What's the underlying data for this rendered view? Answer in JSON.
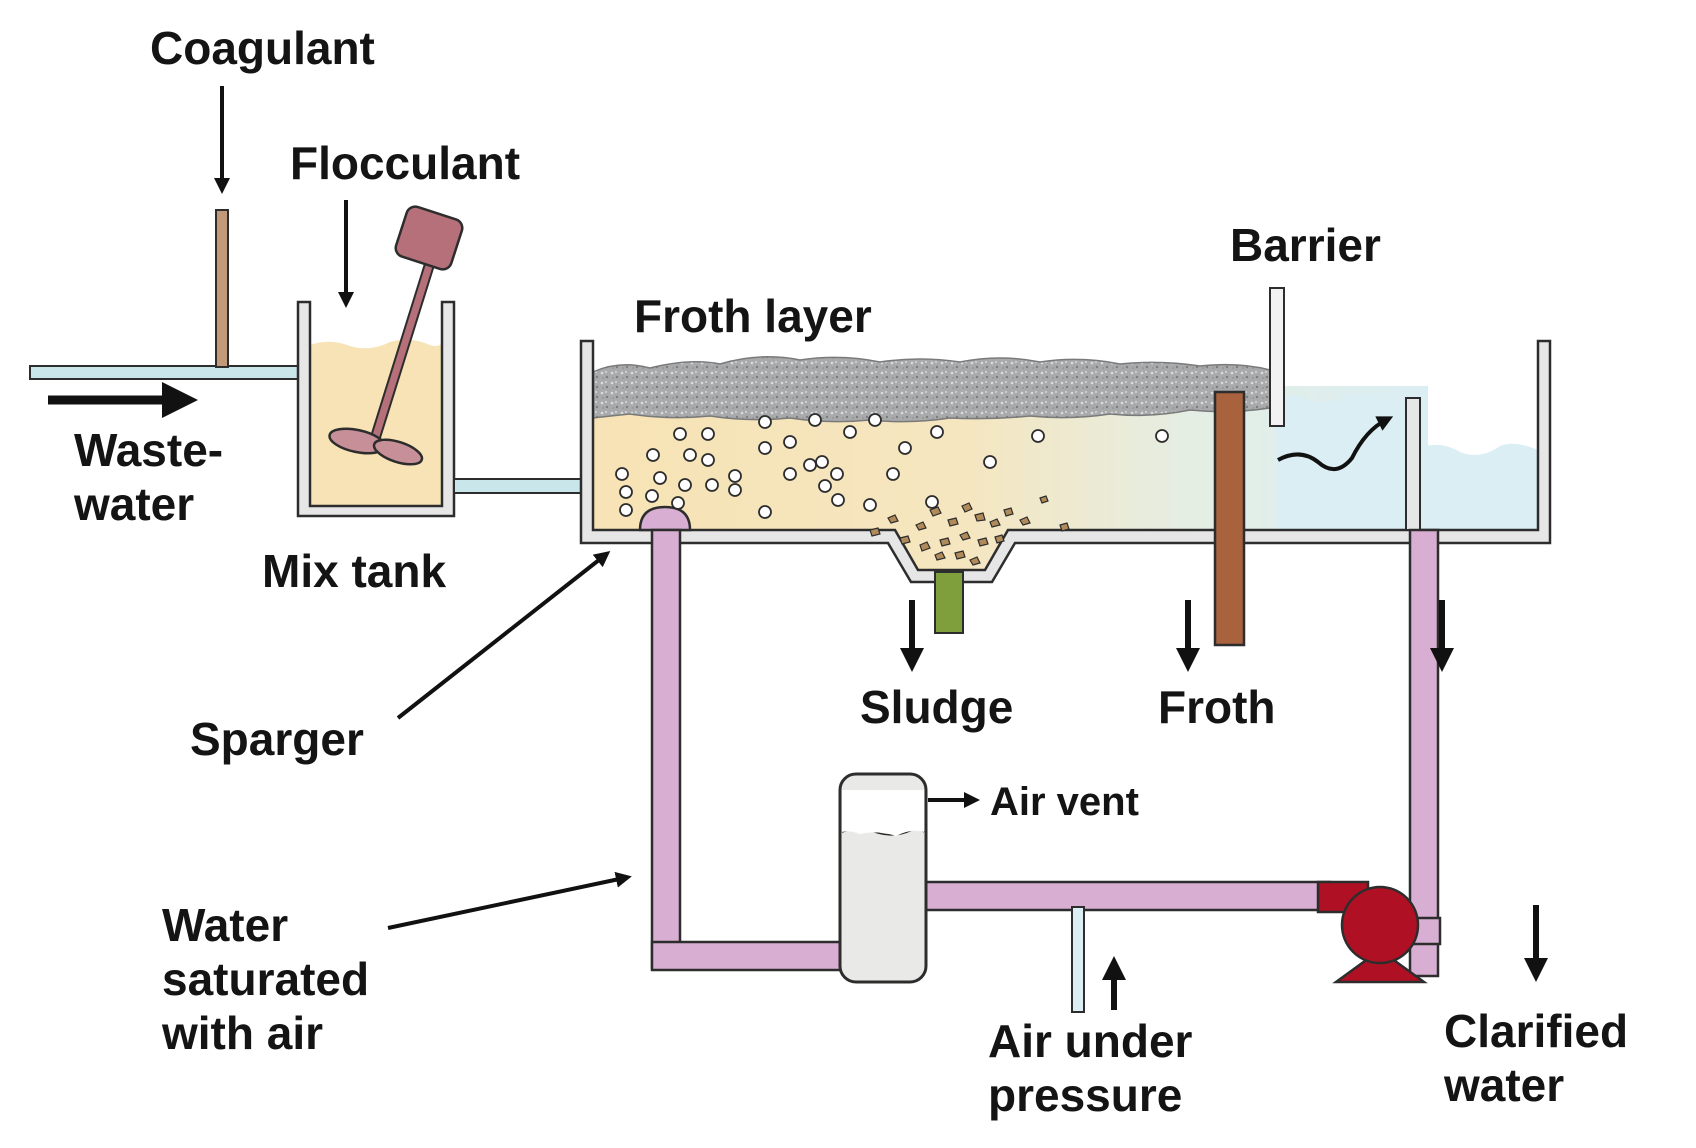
{
  "labels": {
    "coagulant": "Coagulant",
    "flocculant": "Flocculant",
    "wastewater_line1": "Waste-",
    "wastewater_line2": "water",
    "mix_tank": "Mix tank",
    "froth_layer": "Froth layer",
    "barrier": "Barrier",
    "sparger": "Sparger",
    "sludge": "Sludge",
    "froth": "Froth",
    "air_vent": "Air vent",
    "water_saturated_line1": "Water",
    "water_saturated_line2": "saturated",
    "water_saturated_line3": "with air",
    "air_under_pressure_line1": "Air under",
    "air_under_pressure_line2": "pressure",
    "clarified_water_line1": "Clarified",
    "clarified_water_line2": "water"
  },
  "colors": {
    "liquid": "#f7e3b5",
    "clear_water": "#dbeef3",
    "froth": "#a9aaac",
    "recycle_pipe": "#d8aed2",
    "pump": "#b01023",
    "mixer": "#b5707a",
    "froth_pipe": "#a8623e",
    "sludge_pipe": "#7f9e3c",
    "tank_wall": "#e6e6e6",
    "inlet_pipe": "#c9e6ea"
  },
  "icons": {
    "mixer": "impeller-icon",
    "pump": "pump-icon",
    "sparger": "sparger-icon"
  }
}
